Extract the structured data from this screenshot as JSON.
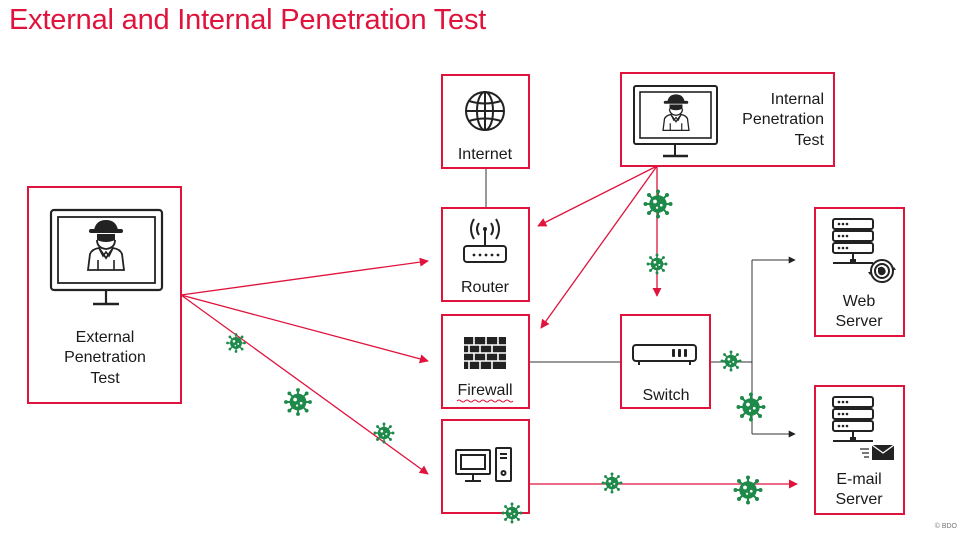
{
  "title": "External and Internal Penetration Test",
  "nodes": {
    "external": {
      "line1": "External",
      "line2": "Penetration",
      "line3": "Test"
    },
    "internal": {
      "line1": "Internal",
      "line2": "Penetration",
      "line3": "Test"
    },
    "internet": {
      "label": "Internet"
    },
    "router": {
      "label": "Router"
    },
    "firewall": {
      "label": "Firewall"
    },
    "switch": {
      "label": "Switch"
    },
    "web_server": {
      "line1": "Web",
      "line2": "Server"
    },
    "email_server": {
      "line1": "E-mail",
      "line2": "Server"
    }
  },
  "copyright": "© BDO",
  "colors": {
    "accent": "#e0133d",
    "virus": "#1e8a4a",
    "connector": "#333333"
  },
  "icons": [
    "hacker-monitor-icon",
    "globe-icon",
    "router-icon",
    "firewall-icon",
    "switch-icon",
    "computer-icon",
    "server-icon",
    "virus-icon",
    "mail-icon"
  ]
}
